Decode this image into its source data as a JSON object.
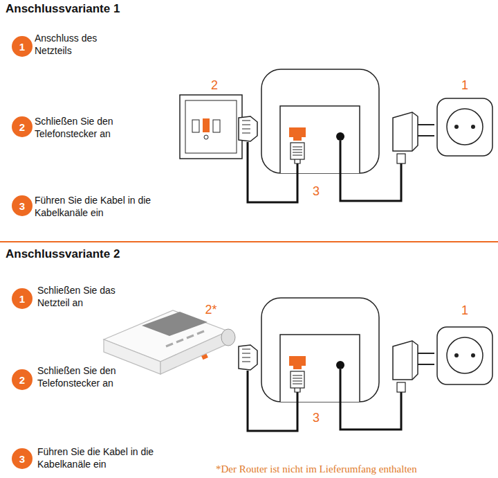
{
  "diagram": {
    "nodes": [
      {
        "text": [
          "1"
        ]
      },
      {
        "text": [
          "2"
        ]
      },
      {
        "text": [
          "3"
        ]
      },
      {
        "text": [
          "1"
        ]
      },
      {
        "text": [
          "2"
        ]
      },
      {
        "text": [
          "3"
        ]
      }
    ],
    "labels": [
      "Anschlussvariante 1",
      "Anschluss des Netzteils",
      "Schließen Sie den Telefonstecker an",
      "Führen Sie die Kabel in die Kabelkanäle ein",
      "2",
      "1",
      "3",
      "Anschlussvariante 2",
      "Schließen Sie das Netzteil an",
      "Schließen Sie den Telefonstecker an",
      "Führen Sie die Kabel in die Kabelkanäle ein",
      "2*",
      "1",
      "3",
      "*Der Router ist nicht im Lieferumfang enthalten"
    ]
  }
}
